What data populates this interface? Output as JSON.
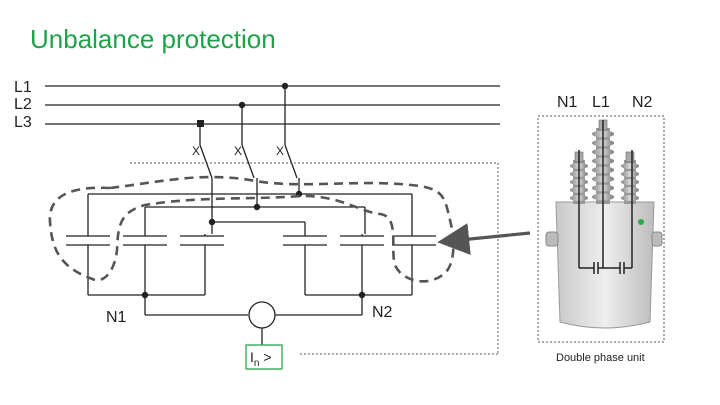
{
  "title": "Unbalance protection",
  "lines": {
    "l1": "L1",
    "l2": "L2",
    "l3": "L3"
  },
  "switch_mark": "X",
  "neutral_left": "N1",
  "neutral_right": "N2",
  "relay": {
    "main": "I",
    "sub": "n",
    "suffix": " >"
  },
  "unit": {
    "terminal_n1": "N1",
    "terminal_l1": "L1",
    "terminal_n2": "N2",
    "caption": "Double phase unit"
  },
  "colors": {
    "title": "#1fa34a",
    "wire": "#222222",
    "dashed": "#555555",
    "relay_border": "#2aa84a",
    "arrow": "#555555"
  },
  "icons": {
    "relay": "current-relay-icon",
    "capacitor": "capacitor-icon",
    "insulator": "bushing-icon"
  }
}
